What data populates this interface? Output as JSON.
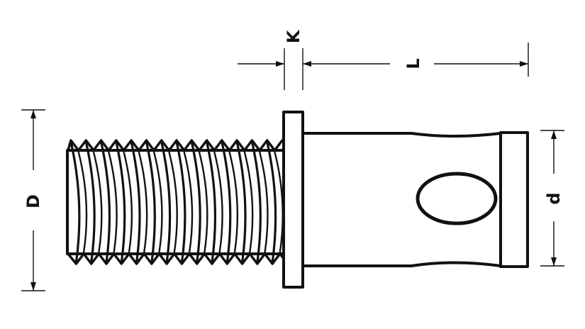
{
  "labels": {
    "K": "K",
    "L": "L",
    "D": "D",
    "d": "d"
  },
  "colors": {
    "line": "#111111",
    "background": "#ffffff"
  }
}
